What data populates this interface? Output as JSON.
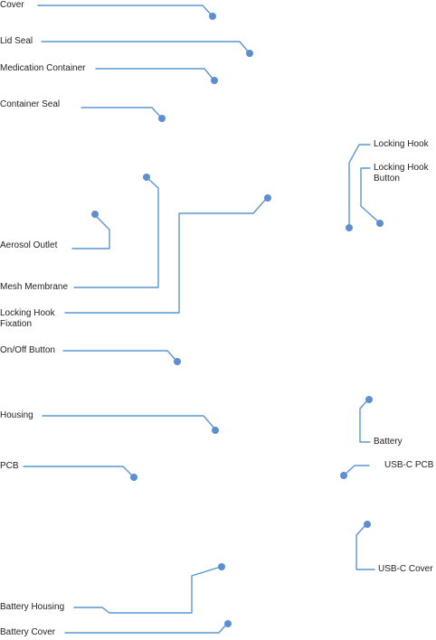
{
  "colors": {
    "leader_line": "#5b97d1",
    "dot": "#5b8fd0",
    "label_text": "#222222",
    "background": "#ffffff"
  },
  "labels": {
    "cover": "Cover",
    "lid_seal": "Lid Seal",
    "medication_container": "Medication Container",
    "container_seal": "Container Seal",
    "locking_hook": "Locking Hook",
    "locking_hook_button": "Locking Hook\nButton",
    "aerosol_outlet": "Aerosol Outlet",
    "mesh_membrane": "Mesh Membrane",
    "locking_hook_fixation": "Locking Hook\nFixation",
    "on_off_button": "On/Off Button",
    "housing": "Housing",
    "battery": "Battery",
    "pcb": "PCB",
    "usb_c_pcb": "USB-C PCB",
    "usb_c_cover": "USB-C Cover",
    "battery_housing": "Battery Housing",
    "battery_cover": "Battery Cover"
  }
}
